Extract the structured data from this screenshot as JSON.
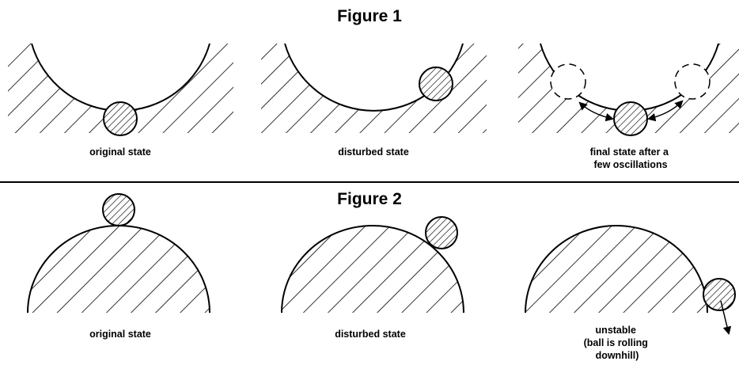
{
  "figure1": {
    "title": "Figure 1",
    "panels": [
      {
        "caption": "original state"
      },
      {
        "caption": "disturbed state"
      },
      {
        "caption_lines": [
          "final state after a",
          "few oscillations"
        ]
      }
    ]
  },
  "figure2": {
    "title": "Figure 2",
    "panels": [
      {
        "caption": "original state"
      },
      {
        "caption": "disturbed state"
      },
      {
        "caption_lines": [
          "unstable",
          "(ball is rolling",
          "downhill)"
        ]
      }
    ]
  }
}
